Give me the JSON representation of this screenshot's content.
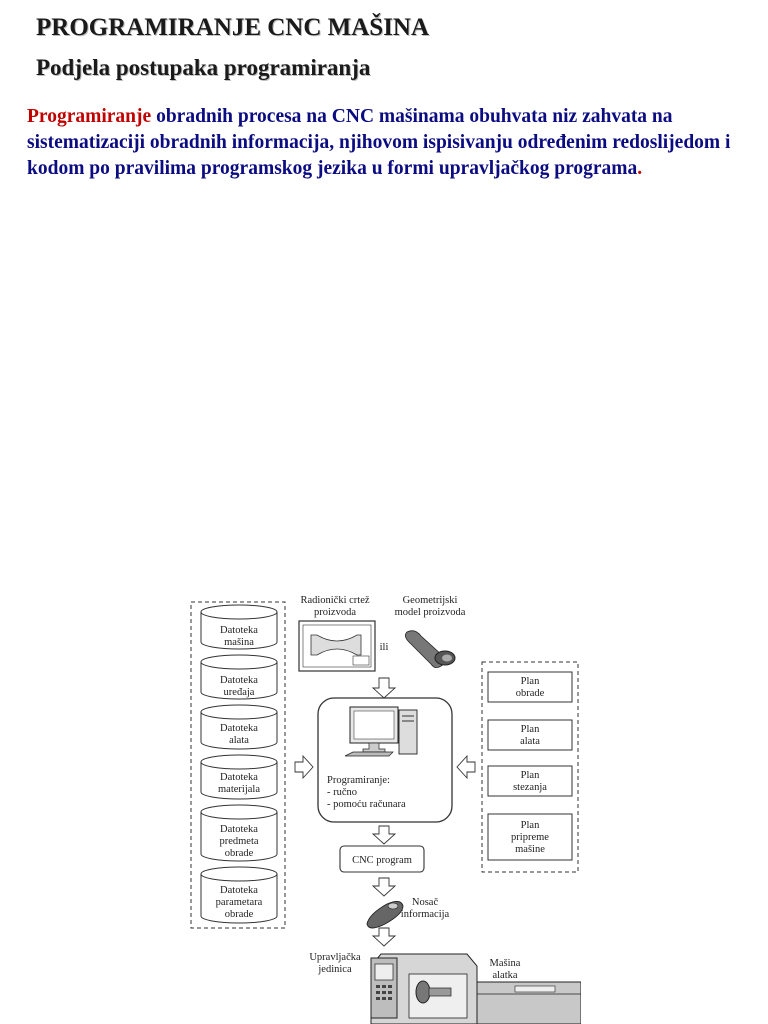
{
  "header": {
    "title": "PROGRAMIRANJE CNC MAŠINA",
    "subtitle": "Podjela postupaka programiranja"
  },
  "intro": {
    "highlight": "Programiranje",
    "text": " obradnih procesa na CNC mašinama obuhvata niz zahvata na sistematizaciji obradnih informacija, njihovom ispisivanju određenim redoslijedom i kodom po pravilima programskog jezika u formi upravljačkog programa",
    "period": "."
  },
  "diagram": {
    "databases": [
      {
        "line1": "Datoteka",
        "line2": "mašina",
        "line3": ""
      },
      {
        "line1": "Datoteka",
        "line2": "uređaja",
        "line3": ""
      },
      {
        "line1": "Datoteka",
        "line2": "alata",
        "line3": ""
      },
      {
        "line1": "Datoteka",
        "line2": "materijala",
        "line3": ""
      },
      {
        "line1": "Datoteka",
        "line2": "predmeta",
        "line3": "obrade"
      },
      {
        "line1": "Datoteka",
        "line2": "parametara",
        "line3": "obrade"
      }
    ],
    "drawing_label": {
      "line1": "Radionički crtež",
      "line2": "proizvoda"
    },
    "model_label": {
      "line1": "Geometrijski",
      "line2": "model proizvoda"
    },
    "or_label": "ili",
    "plans": [
      {
        "line1": "Plan",
        "line2": "obrade",
        "line3": ""
      },
      {
        "line1": "Plan",
        "line2": "alata",
        "line3": ""
      },
      {
        "line1": "Plan",
        "line2": "stezanja",
        "line3": ""
      },
      {
        "line1": "Plan",
        "line2": "pripreme",
        "line3": "mašine"
      }
    ],
    "programming": {
      "line1": "Programiranje:",
      "line2": "- ručno",
      "line3": "- pomoću računara"
    },
    "cnc_program": "CNC program",
    "carrier": {
      "line1": "Nosač",
      "line2": "informacija"
    },
    "control_unit": {
      "line1": "Upravljačka",
      "line2": "jedinica"
    },
    "machine": {
      "line1": "Mašina",
      "line2": "alatka"
    }
  }
}
